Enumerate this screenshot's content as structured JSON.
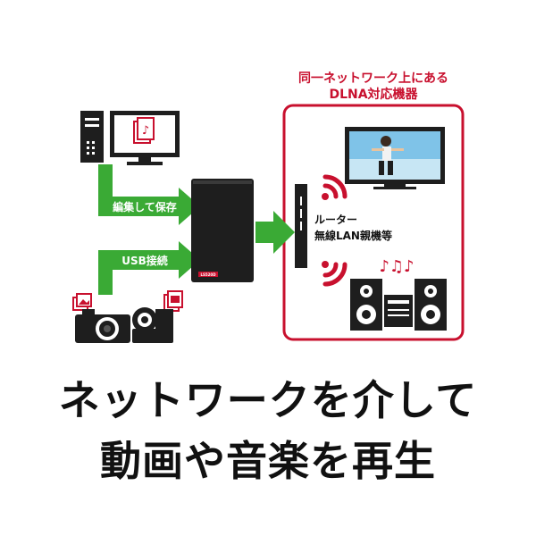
{
  "colors": {
    "red": "#c8102e",
    "green": "#3aaa35",
    "green_text": "#ffffff",
    "nas_body": "#1e1e1e",
    "icon_dark": "#222222"
  },
  "dlna_title": {
    "line1": "同一ネットワーク上にある",
    "line2": "DLNA対応機器"
  },
  "arrows": {
    "edit_save": "編集して保存",
    "usb": "USB接続"
  },
  "router": {
    "line1": "ルーター",
    "line2": "無線LAN親機等"
  },
  "nas": {
    "badge": "LS520D"
  },
  "audio_notes": "♪♫♪",
  "icons": {
    "pc": "desktop-pc-icon",
    "document": "music-document-icon",
    "camera": "digital-camera-icon",
    "camcorder": "video-camera-icon",
    "photo_badge": "photo-icon",
    "film_badge": "film-icon",
    "tv": "television-icon",
    "stereo": "stereo-speakers-icon",
    "wifi": "wifi-signal-icon"
  },
  "headline": {
    "line1": "ネットワークを介して",
    "line2": "動画や音楽を再生"
  }
}
